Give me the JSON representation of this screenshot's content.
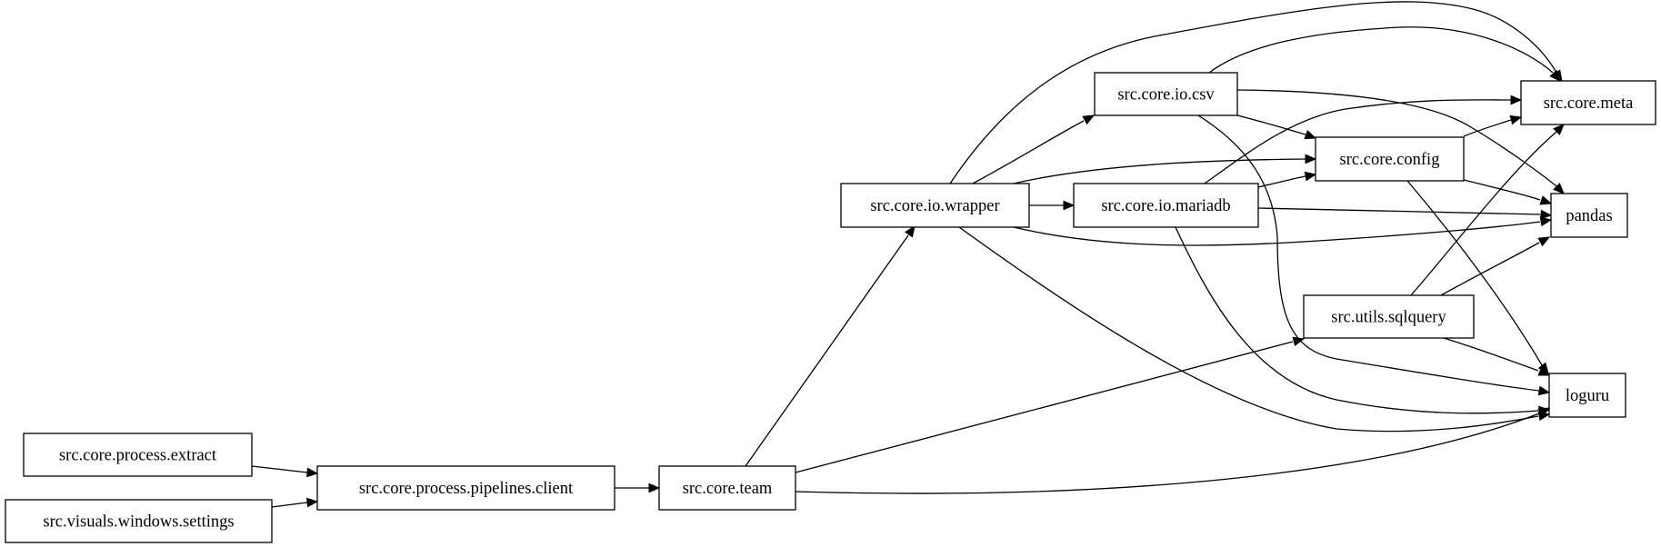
{
  "diagram": {
    "type": "dependency-graph",
    "nodes": [
      {
        "id": "extract",
        "label": "src.core.process.extract"
      },
      {
        "id": "settings",
        "label": "src.visuals.windows.settings"
      },
      {
        "id": "client",
        "label": "src.core.process.pipelines.client"
      },
      {
        "id": "team",
        "label": "src.core.team"
      },
      {
        "id": "wrapper",
        "label": "src.core.io.wrapper"
      },
      {
        "id": "mariadb",
        "label": "src.core.io.mariadb"
      },
      {
        "id": "csv",
        "label": "src.core.io.csv"
      },
      {
        "id": "config",
        "label": "src.core.config"
      },
      {
        "id": "sqlquery",
        "label": "src.utils.sqlquery"
      },
      {
        "id": "meta",
        "label": "src.core.meta"
      },
      {
        "id": "pandas",
        "label": "pandas"
      },
      {
        "id": "loguru",
        "label": "loguru"
      }
    ],
    "edges": [
      {
        "from": "extract",
        "to": "client"
      },
      {
        "from": "settings",
        "to": "client"
      },
      {
        "from": "client",
        "to": "team"
      },
      {
        "from": "team",
        "to": "wrapper"
      },
      {
        "from": "team",
        "to": "sqlquery"
      },
      {
        "from": "team",
        "to": "loguru"
      },
      {
        "from": "wrapper",
        "to": "csv"
      },
      {
        "from": "wrapper",
        "to": "mariadb"
      },
      {
        "from": "wrapper",
        "to": "config"
      },
      {
        "from": "wrapper",
        "to": "meta"
      },
      {
        "from": "wrapper",
        "to": "pandas"
      },
      {
        "from": "wrapper",
        "to": "loguru"
      },
      {
        "from": "csv",
        "to": "meta"
      },
      {
        "from": "csv",
        "to": "config"
      },
      {
        "from": "csv",
        "to": "pandas"
      },
      {
        "from": "csv",
        "to": "loguru"
      },
      {
        "from": "mariadb",
        "to": "config"
      },
      {
        "from": "mariadb",
        "to": "meta"
      },
      {
        "from": "mariadb",
        "to": "pandas"
      },
      {
        "from": "mariadb",
        "to": "loguru"
      },
      {
        "from": "config",
        "to": "meta"
      },
      {
        "from": "config",
        "to": "pandas"
      },
      {
        "from": "config",
        "to": "loguru"
      },
      {
        "from": "sqlquery",
        "to": "meta"
      },
      {
        "from": "sqlquery",
        "to": "pandas"
      },
      {
        "from": "sqlquery",
        "to": "loguru"
      }
    ]
  }
}
